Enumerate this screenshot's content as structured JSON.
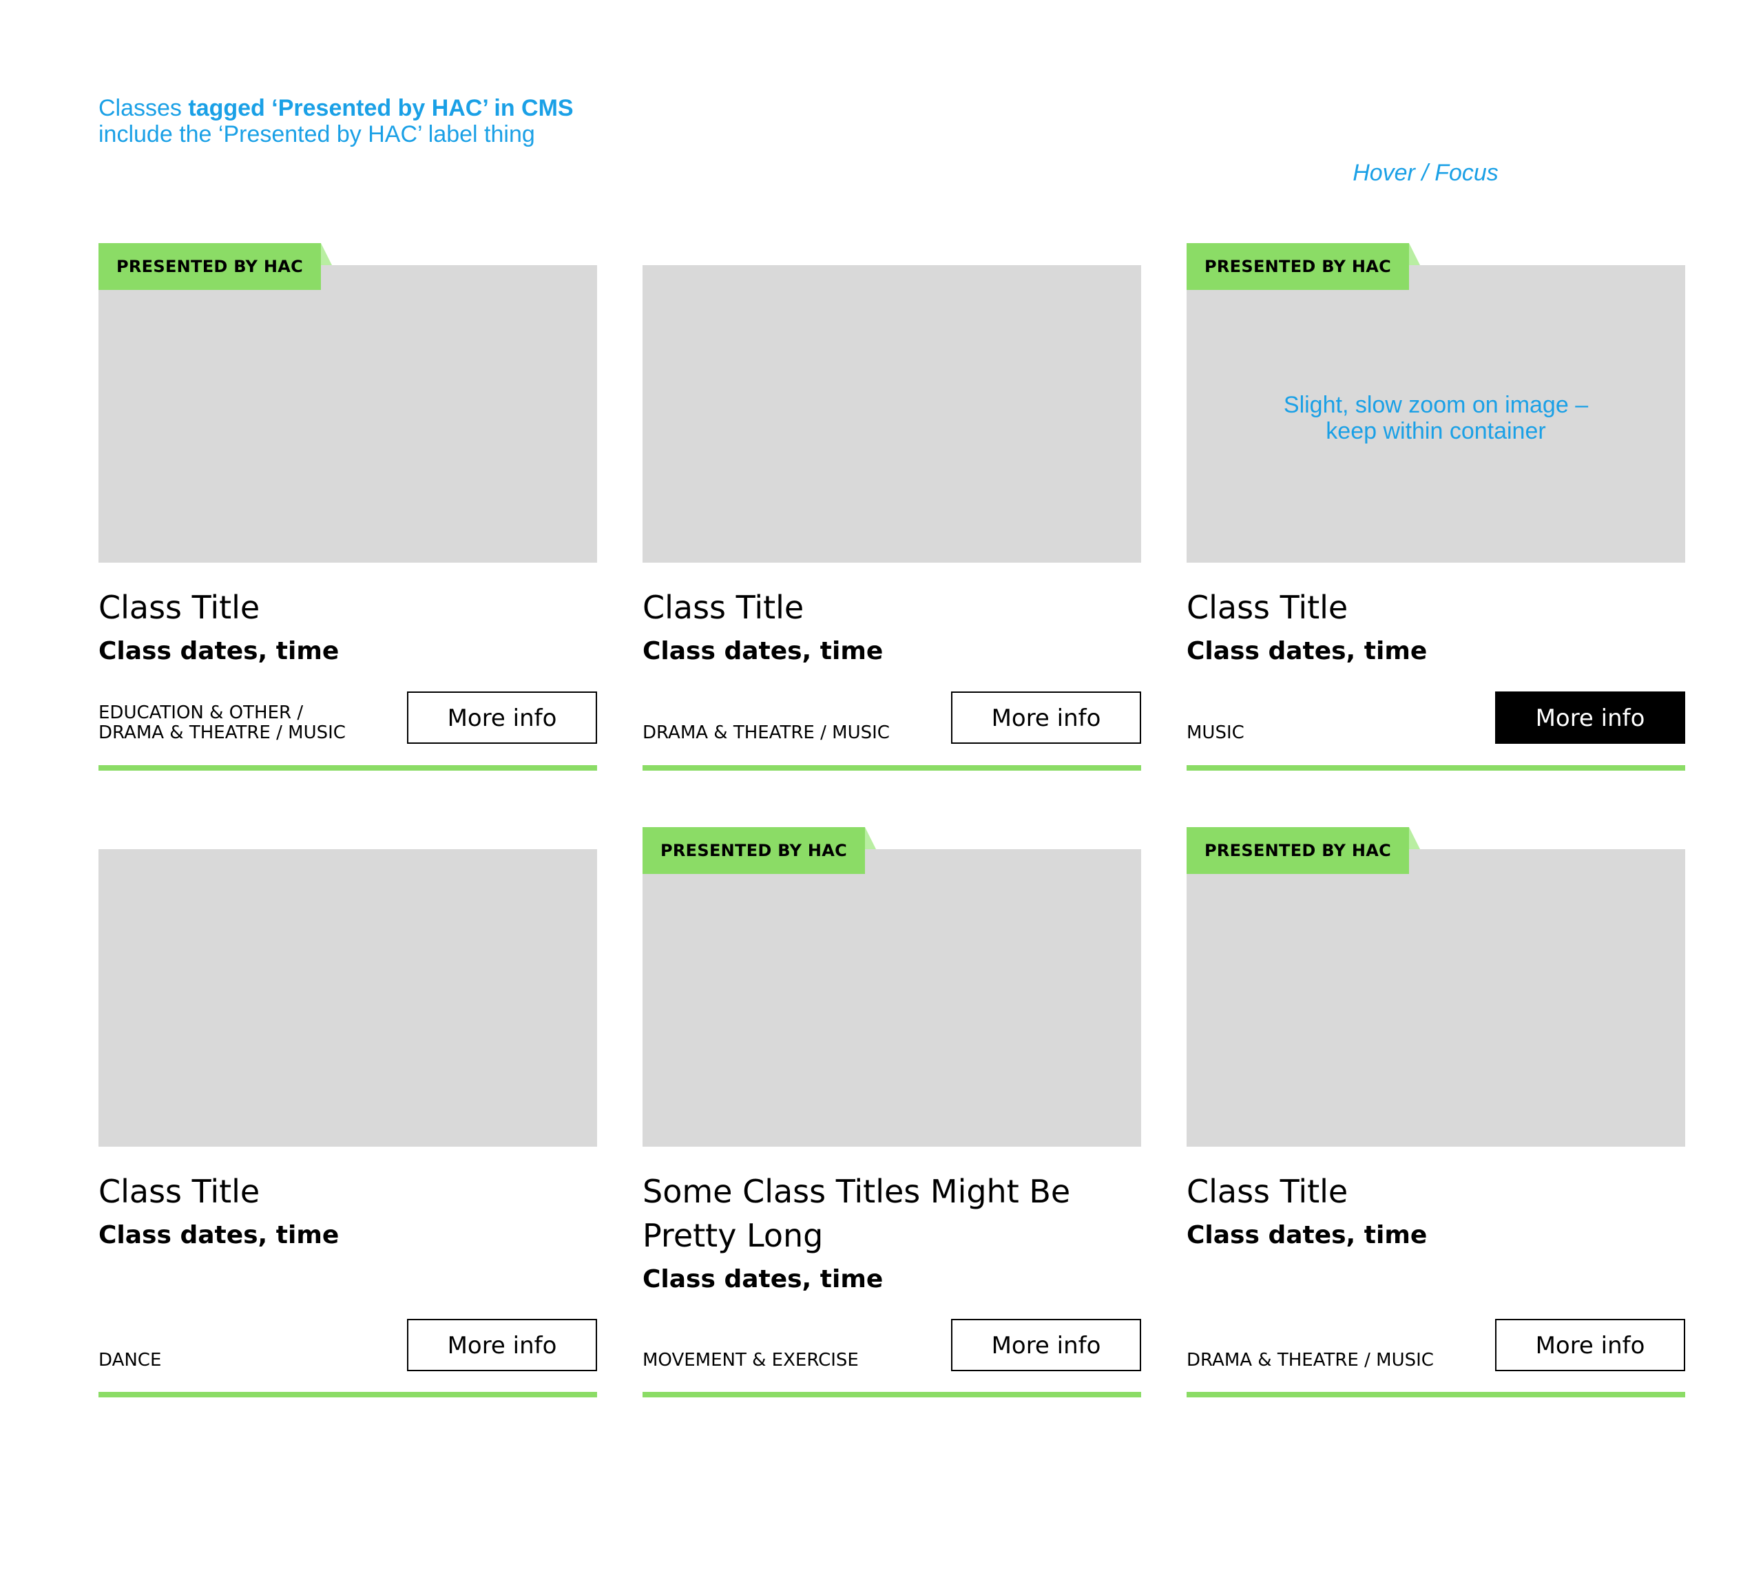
{
  "annotations": {
    "top_note": {
      "line1_plain": "Classes ",
      "line1_bold": "tagged ‘Presented by HAC’ in CMS",
      "line2": "include the ‘Presented by HAC’ label thing"
    },
    "hover_note": "Hover / Focus"
  },
  "colors": {
    "accent_green": "#8bdc66",
    "placeholder_grey": "#d9d9d9",
    "annotation_blue": "#1aa0e6"
  },
  "cards": [
    {
      "label": "PRESENTED BY HAC",
      "title": "Class Title",
      "dates": "Class dates, time",
      "category_lines": [
        "EDUCATION & OTHER /",
        "DRAMA & THEATRE / MUSIC"
      ],
      "button": "More info"
    },
    {
      "label": "",
      "title": "Class Title",
      "dates": "Class dates, time",
      "category_lines": [
        "DRAMA & THEATRE / MUSIC"
      ],
      "button": "More info"
    },
    {
      "label": "PRESENTED BY HAC",
      "title": "Class Title",
      "dates": "Class dates, time",
      "category_lines": [
        "MUSIC"
      ],
      "button": "More info",
      "image_note_lines": [
        "Slight, slow zoom on image –",
        "keep within container"
      ]
    },
    {
      "label": "",
      "title": "Class Title",
      "dates": "Class dates, time",
      "category_lines": [
        "DANCE"
      ],
      "button": "More info"
    },
    {
      "label": "PRESENTED BY HAC",
      "title": "Some Class Titles Might Be Pretty Long",
      "dates": "Class dates, time",
      "category_lines": [
        "MOVEMENT & EXERCISE"
      ],
      "button": "More info"
    },
    {
      "label": "PRESENTED BY HAC",
      "title": "Class Title",
      "dates": "Class dates, time",
      "category_lines": [
        "DRAMA & THEATRE / MUSIC"
      ],
      "button": "More info"
    }
  ]
}
